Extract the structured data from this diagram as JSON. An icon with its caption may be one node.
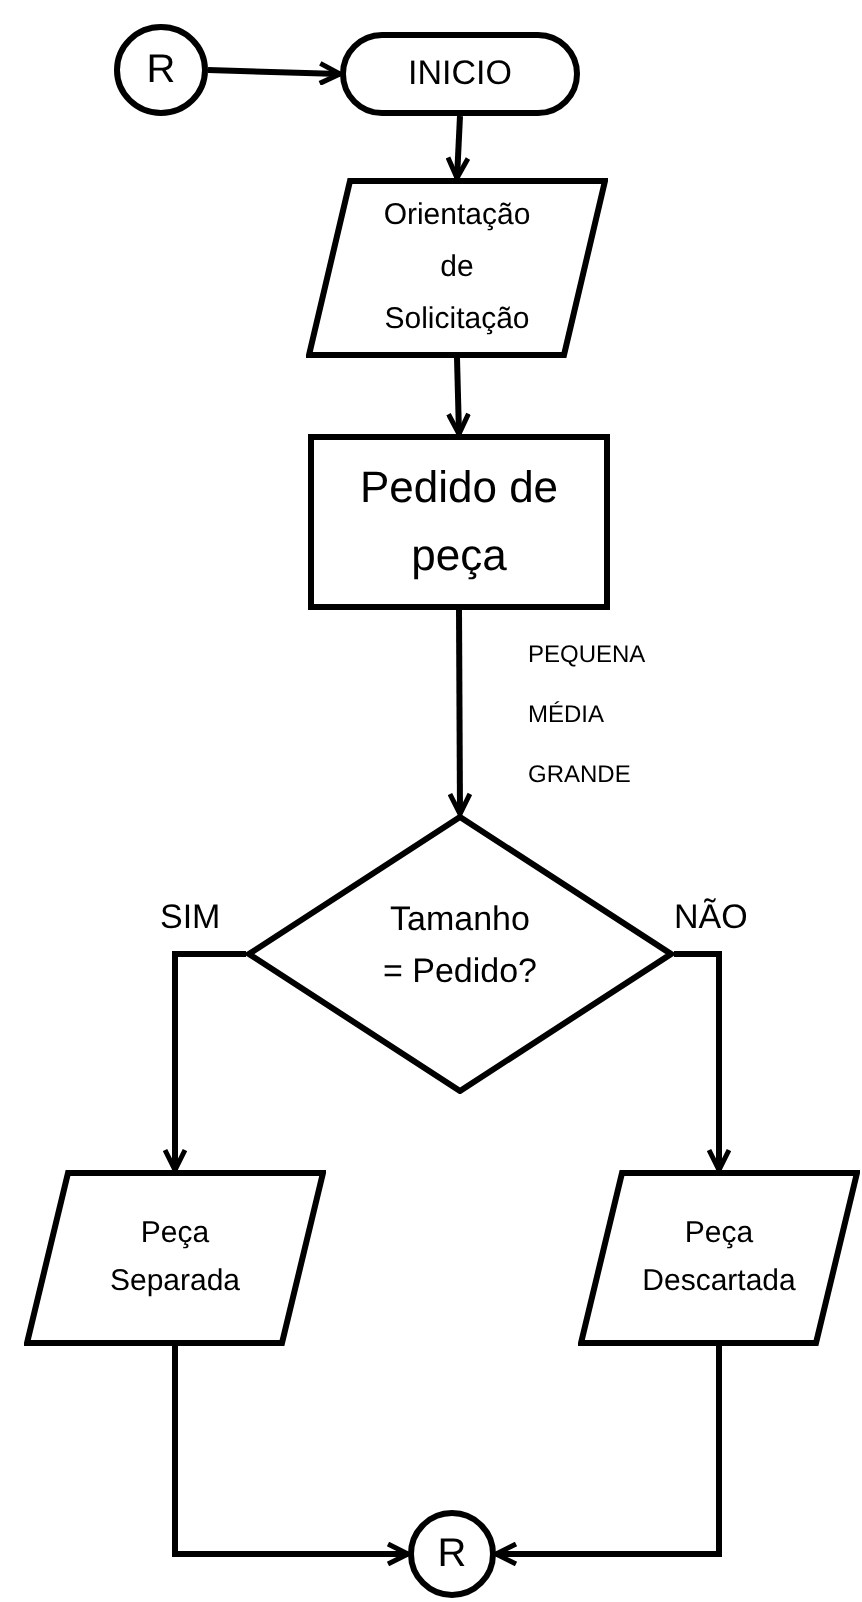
{
  "diagram": {
    "nodes": [
      {
        "text": [
          "R"
        ]
      },
      {
        "text": [
          "INICIO"
        ]
      },
      {
        "text": [
          "Orientação de Solicitação"
        ]
      },
      {
        "text": [
          "Pedido de peça"
        ]
      },
      {
        "text": [
          "Tamanho = Pedido?"
        ]
      },
      {
        "text": [
          "Peça Separada"
        ]
      },
      {
        "text": [
          "Peça Descartada"
        ]
      },
      {
        "text": [
          "R"
        ]
      }
    ],
    "edges": [
      {
        "from": 0,
        "to": 1,
        "arrow": "to"
      },
      {
        "from": 1,
        "to": 2,
        "arrow": "to"
      },
      {
        "from": 2,
        "to": 3,
        "arrow": "to"
      },
      {
        "from": 3,
        "to": 4,
        "arrow": "to"
      },
      {
        "from": 4,
        "to": 5,
        "arrow": "to",
        "label": "SIM"
      },
      {
        "from": 4,
        "to": 6,
        "arrow": "to",
        "label": "NÃO"
      },
      {
        "from": 5,
        "to": 7,
        "arrow": "to"
      },
      {
        "from": 6,
        "to": 7,
        "arrow": "to"
      }
    ],
    "labels": [
      "PEQUENA",
      "MÉDIA",
      "GRANDE"
    ]
  }
}
